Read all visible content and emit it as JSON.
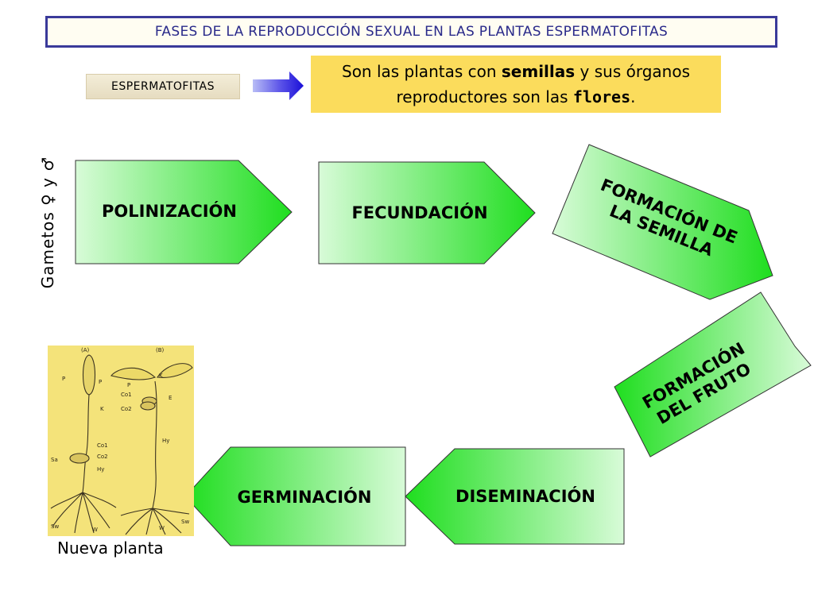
{
  "title": "FASES DE LA REPRODUCCIÓN SEXUAL EN LAS PLANTAS ESPERMATOFITAS",
  "label": "ESPERMATOFITAS",
  "definition": {
    "line1_a": "Son las plantas con ",
    "line1_b": "semillas",
    "line1_c": " y sus órganos",
    "line2_a": "reproductores son las ",
    "line2_b": "flores",
    "line2_c": "."
  },
  "side_label": "Gametos ♀ y ♂",
  "stages": {
    "polinizacion": "POLINIZACIÓN",
    "fecundacion": "FECUNDACIÓN",
    "semilla_1": "FORMACIÓN DE",
    "semilla_2": "LA SEMILLA",
    "fruto_1": "FORMACIÓN",
    "fruto_2": "DEL FRUTO",
    "diseminacion": "DISEMINACIÓN",
    "germinacion": "GERMINACIÓN"
  },
  "figure": {
    "panel_a": "(A)",
    "panel_b": "(B)",
    "labels": [
      "P",
      "P",
      "K",
      "Co1",
      "Co2",
      "Sa",
      "Hy",
      "Sw",
      "W",
      "K",
      "P",
      "Co1",
      "Co2",
      "E",
      "Hy",
      "Sw",
      "W"
    ]
  },
  "caption": "Nueva planta",
  "colors": {
    "title_border": "#3a3a9a",
    "definition_bg": "#fbdc5c",
    "arrow_light": "#d6fbd6",
    "arrow_dark": "#1fde1f",
    "photo_bg": "#f4e37a"
  }
}
